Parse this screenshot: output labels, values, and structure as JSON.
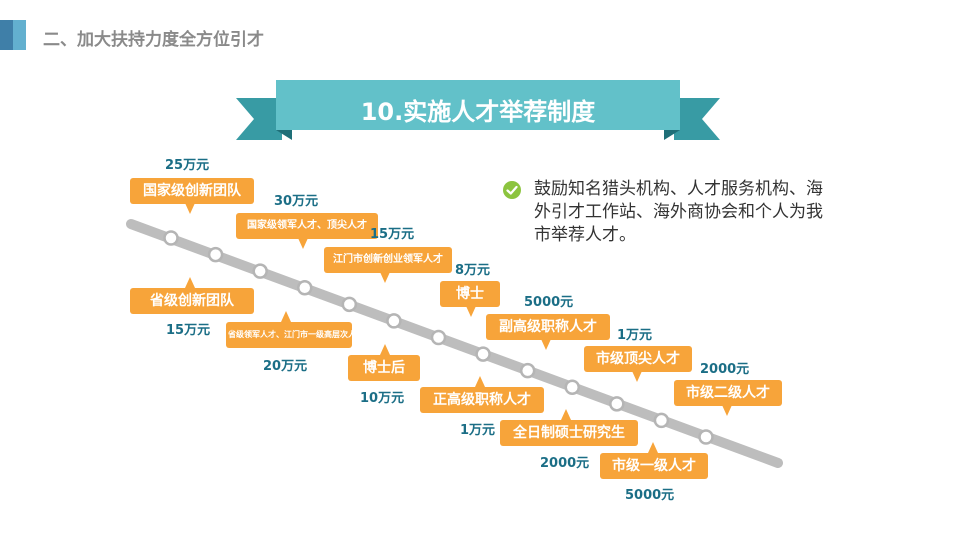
{
  "header": {
    "title": "二、加大扶持力度全方位引才"
  },
  "banner": {
    "title": "10.实施人才举荐制度"
  },
  "colors": {
    "accent": "#62c1c9",
    "accent_dark": "#389ba4",
    "callout": "#f7a43a",
    "amount": "#1b6e86",
    "check": "#8cc43f"
  },
  "bullet": {
    "icon": "check-circle-icon",
    "text": "鼓励知名猎头机构、人才服务机构、海外引才工作站、海外商协会和个人为我市举荐人才。"
  },
  "timeline": {
    "nodes": [
      {
        "label": "国家级创新团队",
        "amount": "25万元"
      },
      {
        "label": "省级创新团队",
        "amount": "15万元"
      },
      {
        "label": "国家级领军人才、顶尖人才",
        "amount": "30万元"
      },
      {
        "label": "省级领军人才、江门市一级高层次人才",
        "amount": "20万元"
      },
      {
        "label": "江门市创新创业领军人才",
        "amount": "15万元"
      },
      {
        "label": "博士后",
        "amount": "10万元"
      },
      {
        "label": "博士",
        "amount": "8万元"
      },
      {
        "label": "正高级职称人才",
        "amount": "1万元"
      },
      {
        "label": "副高级职称人才",
        "amount": "5000元"
      },
      {
        "label": "全日制硕士研究生",
        "amount": "2000元"
      },
      {
        "label": "市级顶尖人才",
        "amount": "1万元"
      },
      {
        "label": "市级一级人才",
        "amount": "5000元"
      },
      {
        "label": "市级二级人才",
        "amount": "2000元"
      }
    ]
  }
}
